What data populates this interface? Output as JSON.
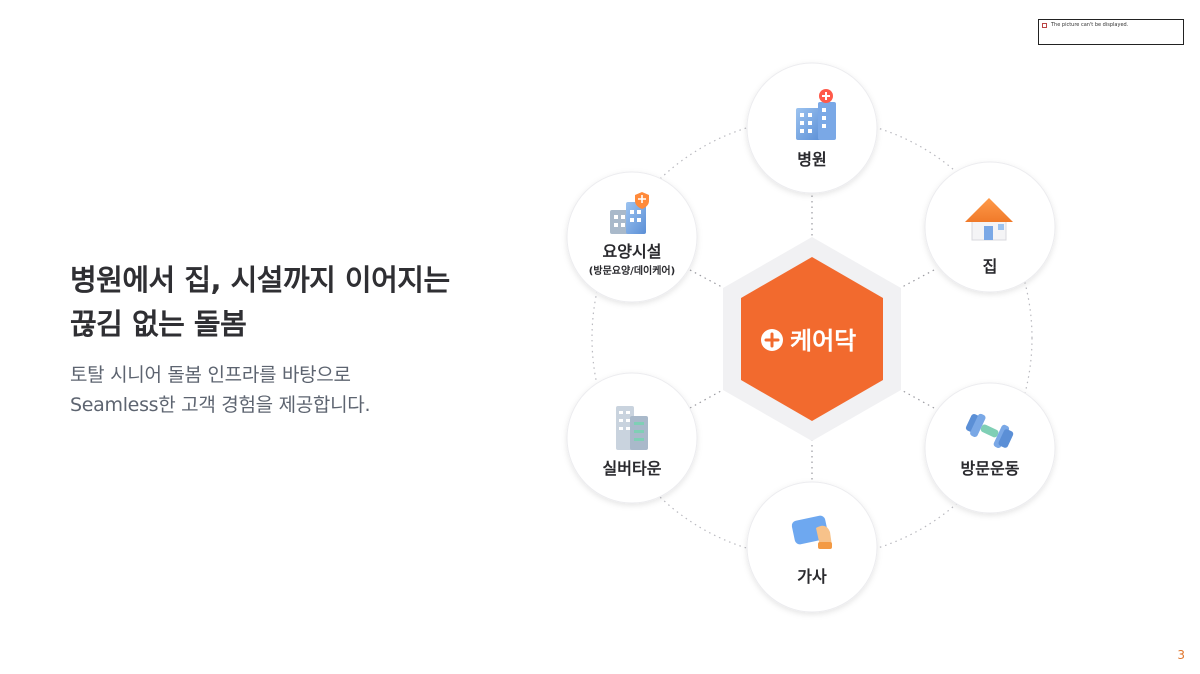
{
  "headline": {
    "line1": "병원에서 집, 시설까지 이어지는",
    "line2": "끊김 없는 돌봄"
  },
  "subtext": {
    "line1": "토탈 시니어 돌봄 인프라를 바탕으로",
    "line2": "Seamless한 고객 경험을 제공합니다."
  },
  "broken_image_text": "The picture can't be displayed.",
  "page_number": "3",
  "center": {
    "label": "케어닥",
    "color": "#f26a2e"
  },
  "nodes": [
    {
      "id": "hospital",
      "label": "병원",
      "icon": "hospital-building-icon"
    },
    {
      "id": "home",
      "label": "집",
      "icon": "house-icon"
    },
    {
      "id": "exercise",
      "label": "방문운동",
      "icon": "dumbbell-icon"
    },
    {
      "id": "housework",
      "label": "가사",
      "icon": "cleaning-cloth-hand-icon"
    },
    {
      "id": "silver-town",
      "label": "실버타운",
      "icon": "apartment-building-icon"
    },
    {
      "id": "care-facility",
      "label": "요양시설",
      "sublabel": "(방문요양/데이케어)",
      "icon": "care-facility-building-icon"
    }
  ]
}
